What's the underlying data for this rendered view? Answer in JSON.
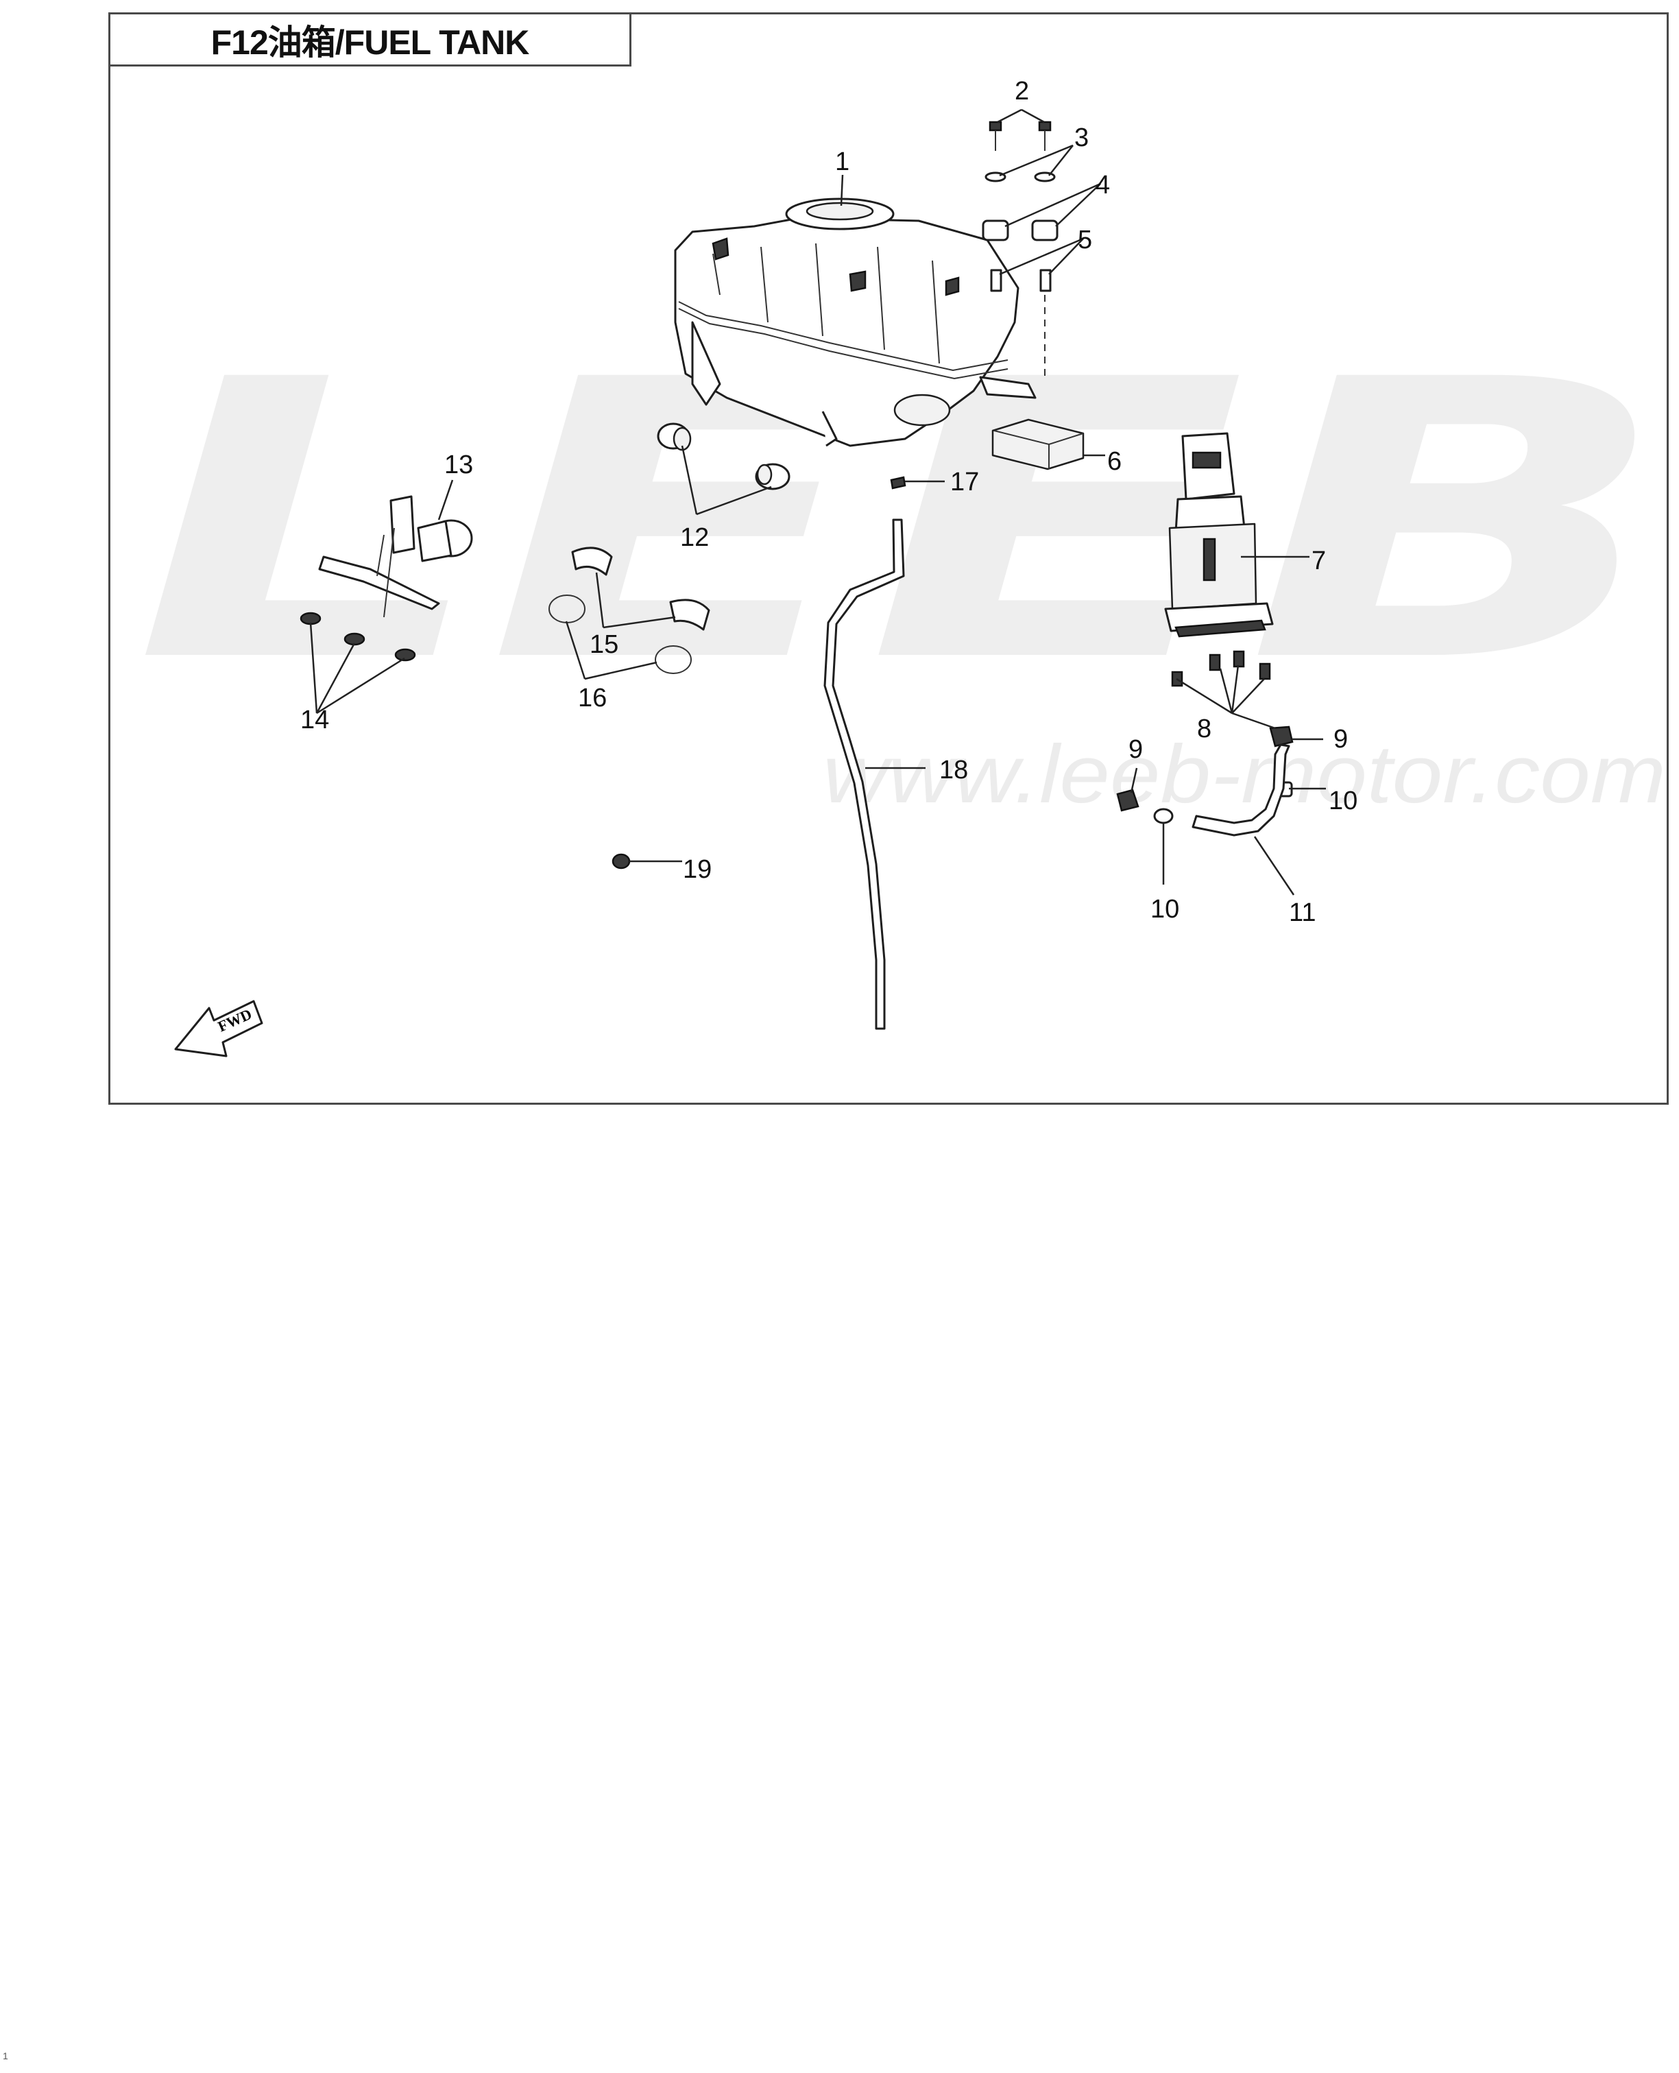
{
  "header": {
    "title": "F12油箱/FUEL TANK"
  },
  "watermark": {
    "logo_text": "LEEB",
    "url": "www.leeb-motor.com"
  },
  "direction_arrow": {
    "label": "FWD"
  },
  "callouts": {
    "c1": "1",
    "c2": "2",
    "c3": "3",
    "c4": "4",
    "c5": "5",
    "c6": "6",
    "c7": "7",
    "c8": "8",
    "c9a": "9",
    "c9b": "9",
    "c10a": "10",
    "c10b": "10",
    "c11": "11",
    "c12": "12",
    "c13": "13",
    "c14": "14",
    "c15": "15",
    "c16": "16",
    "c17": "17",
    "c18": "18",
    "c19": "19"
  },
  "footer": {
    "page_number": "1"
  },
  "colors": {
    "line": "#1e1e1e",
    "watermark": "#eeeeee",
    "frame": "#4a4a4a"
  }
}
